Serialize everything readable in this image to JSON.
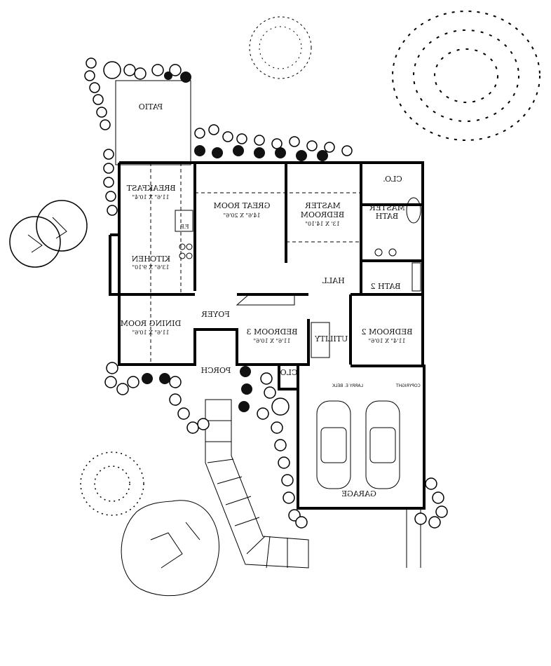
{
  "plan": {
    "rooms": {
      "patio": {
        "name": "PATIO"
      },
      "breakfast": {
        "name": "BREAKFAST",
        "dims": "11'6\" X 10'4\""
      },
      "great_room": {
        "name": "GREAT ROOM",
        "dims": "14'6\" X 20'6\""
      },
      "master_bedroom": {
        "name1": "MASTER",
        "name2": "BEDROOM",
        "dims": "13' X 14'10\""
      },
      "master_bath": {
        "name1": "MASTER",
        "name2": "BATH"
      },
      "master_closet": {
        "name": "CLO."
      },
      "fireplace": {
        "name": "F.P."
      },
      "kitchen": {
        "name": "KITCHEN",
        "dims": "13'6\" X 9'10\""
      },
      "hall": {
        "name": "HALL"
      },
      "bath2": {
        "name": "BATH 2"
      },
      "dining_room": {
        "name": "DINING ROOM",
        "dims": "11'6\" X 10'6\""
      },
      "foyer": {
        "name": "FOYER"
      },
      "bedroom3": {
        "name": "BEDROOM 3",
        "dims": "11'6\" X 10'6\""
      },
      "utility": {
        "name": "UTILITY"
      },
      "bedroom2": {
        "name": "BEDROOM 2",
        "dims": "11'4\" X 10'6\""
      },
      "closet": {
        "name": "CLO"
      },
      "porch": {
        "name": "PORCH"
      },
      "garage": {
        "name": "GARAGE"
      }
    },
    "copyright": {
      "label": "COPYRIGHT",
      "author": "LARRY E. BELK"
    }
  }
}
